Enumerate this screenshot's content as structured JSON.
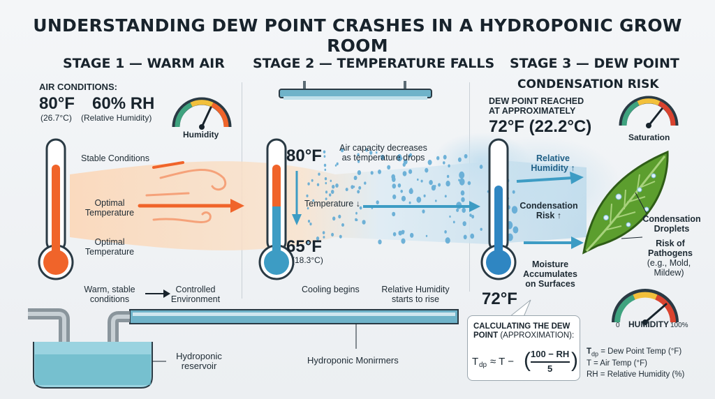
{
  "title": "UNDERSTANDING DEW POINT CRASHES IN A HYDROPONIC GROW ROOM",
  "colors": {
    "warm": "#f0642a",
    "cool": "#3d9cc4",
    "leaf": "#5c9e2e",
    "gauge_green": "#3fa37f",
    "gauge_red": "#d9432f"
  },
  "stage1": {
    "heading": "STAGE 1 — WARM AIR",
    "air_conditions_label": "AIR CONDITIONS:",
    "temp_f": "80°F",
    "temp_c": "(26.7°C)",
    "rh": "60% RH",
    "rh_desc": "(Relative Humidity)",
    "gauge_label": "Humidity",
    "stable": "Stable Conditions",
    "optimal_1": "Optimal\nTemperature",
    "optimal_2": "Optimal\nTemperature",
    "warm_stable": "Warm, stable\nconditions",
    "controlled": "Controlled\nEnvironment",
    "reservoir": "Hydroponic\nreservoir"
  },
  "stage2": {
    "heading": "STAGE 2 — TEMPERATURE FALLS",
    "temp_high": "80°F",
    "temp_low": "65°F",
    "temp_low_c": "(18.3°C)",
    "temp_arrow_label": "Temperature ↓",
    "air_capacity": "Air capacity decreases\nas temperature drops",
    "cooling": "Cooling begins",
    "rh_rise": "Relative Humidity\nstarts to rise",
    "monitor": "Hydroponic Monirmers"
  },
  "stage3": {
    "heading": "STAGE 3 — DEW POINT",
    "subheading": "CONDENSATION RISK",
    "dew_reached": "DEW POINT REACHED\nAT APPROXIMATELY",
    "dew_temp": "72°F (22.2°C)",
    "saturation": "Saturation",
    "rh_up": "Relative\nHumidity ↑",
    "condensation_risk": "Condensation\nRisk ↑",
    "moisture": "Moisture\nAccumulates\non Surfaces",
    "thermo_temp": "72°F",
    "droplets": "Condensation\nDroplets",
    "pathogens": "Risk of\nPathogens",
    "pathogen_examples": "(e.g., Mold,\nMildew)",
    "gauge_min": "0",
    "gauge_name": "HUMIDITY",
    "gauge_max": "100%"
  },
  "formula": {
    "title_bold": "CALCULATING THE DEW\nPOINT",
    "title_normal": "(APPROXIMATION):",
    "lhs": "T",
    "lhs_sub": "dp",
    "approx": "≈ T −",
    "numerator": "100 − RH",
    "denominator": "5"
  },
  "legend": {
    "tdp": "= Dew Point Temp (°F)",
    "tdp_sym": "T",
    "tdp_sub": "dp",
    "t": "T = Air Temp (°F)",
    "rh": "RH = Relative Humidity (%)"
  }
}
